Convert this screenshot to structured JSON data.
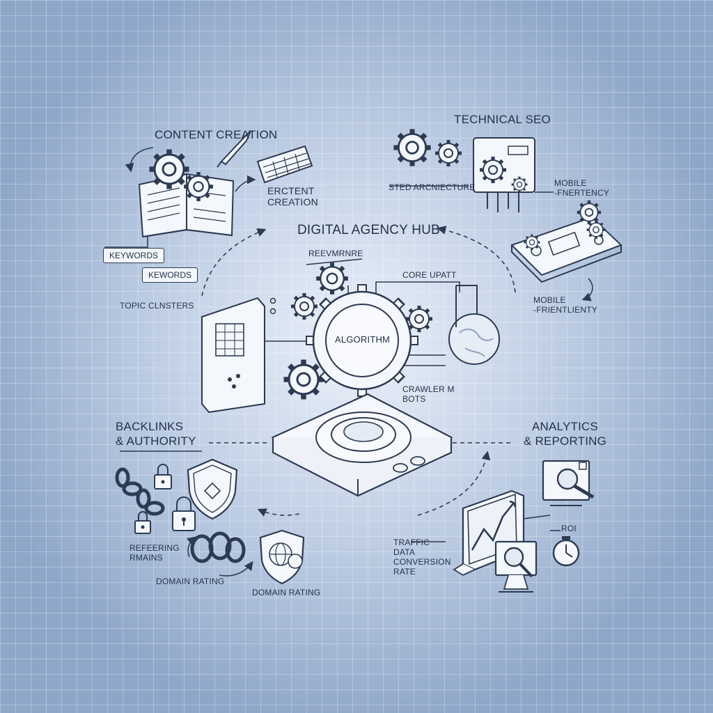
{
  "title": "DIGITAL AGENCY HUB",
  "content_creation": {
    "heading": "CONTENT CREATION",
    "sub_label": "ERCTENT CREATION",
    "tag_1": "KEYWORDS",
    "tag_2": "KEWORDS",
    "topic": "TOPIC CLNSTERS"
  },
  "technical_seo": {
    "heading": "TECHNICAL SEO",
    "site_architecture": "STED ARCNIECTURE",
    "mobile_1": "MOBILE\n-FNERTENCY",
    "mobile_2": "MOBILE\n-FRIENTLIENTY"
  },
  "hub": {
    "algorithm": "ALGORITHM",
    "review_label": "REEVMRNRE",
    "core_update": "CORE UPATT",
    "crawler": "CRAWLER M\nBOTS"
  },
  "backlinks": {
    "heading": "BACKLINKS\n& AUTHORITY",
    "referring": "REFEERING\nRMAINS",
    "domain_1": "DOMAIN RATING",
    "domain_2": "DOMAIN RATING"
  },
  "analytics": {
    "heading": "ANALYTICS\n& REPORTING",
    "traffic": "TRAFFIC\nDATA\nCONVERSION\nRATE",
    "roi": "ROI"
  },
  "colors": {
    "ink": "#2c3a52",
    "paper": "#f4f7fb",
    "background": "#8ea6c8"
  }
}
